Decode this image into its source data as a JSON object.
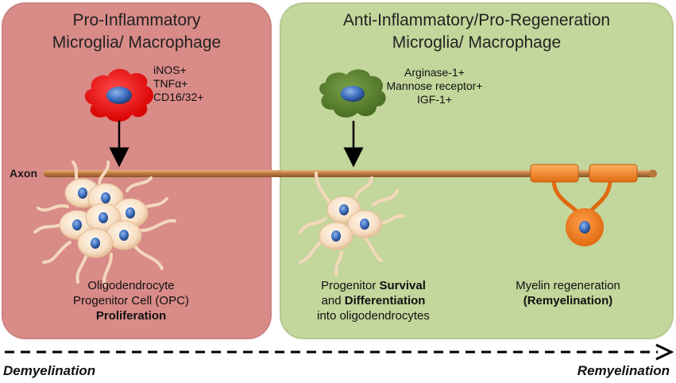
{
  "pro_panel": {
    "title_line1": "Pro-Inflammatory",
    "title_line2": "Microglia/ Macrophage",
    "markers": [
      "iNOS+",
      "TNFα+",
      "CD16/32+"
    ],
    "color": "#d98b88"
  },
  "anti_panel": {
    "title_line1": "Anti-Inflammatory/Pro-Regeneration",
    "title_line2": "Microglia/ Macrophage",
    "markers": [
      "Arginase-1+",
      "Mannose receptor+",
      "IGF-1+"
    ],
    "color": "#c3d69b"
  },
  "axon_label": "Axon",
  "opc_label": {
    "line1": "Oligodendrocyte",
    "line2": "Progenitor Cell (OPC)",
    "line3": "Proliferation"
  },
  "survival_label": {
    "line1_normal": "Progenitor ",
    "line1_bold": "Survival",
    "line2_normal": "and ",
    "line2_bold": "Differentiation",
    "line3": "into oligodendrocytes"
  },
  "remyelination_label": {
    "line1": "Myelin regeneration",
    "line2": "(Remyelination)"
  },
  "axis": {
    "left_label": "Demyelination",
    "right_label": "Remyelination"
  }
}
